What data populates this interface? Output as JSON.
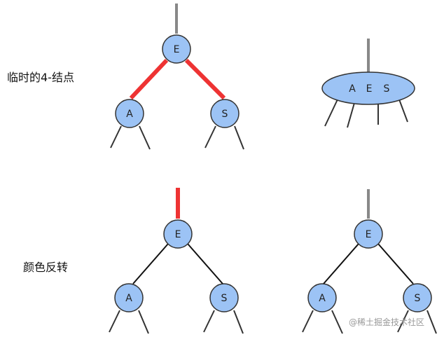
{
  "captions": {
    "temp_4_node": "临时的4-结点",
    "color_flip": "颜色反转"
  },
  "footer": "@稀土掘金技术社区",
  "colors": {
    "node_fill": "#9cc3f5",
    "node_stroke": "#333333",
    "red_link": "#ee3333",
    "black_link": "#111111",
    "parent_link": "#888888"
  },
  "trees": {
    "temp_binary": {
      "root": "E",
      "left": "A",
      "right": "S"
    },
    "four_node": {
      "keys": [
        "A",
        "E",
        "S"
      ]
    },
    "flip_before": {
      "root": "E",
      "left": "A",
      "right": "S"
    },
    "flip_after": {
      "root": "E",
      "left": "A",
      "right": "S"
    }
  }
}
